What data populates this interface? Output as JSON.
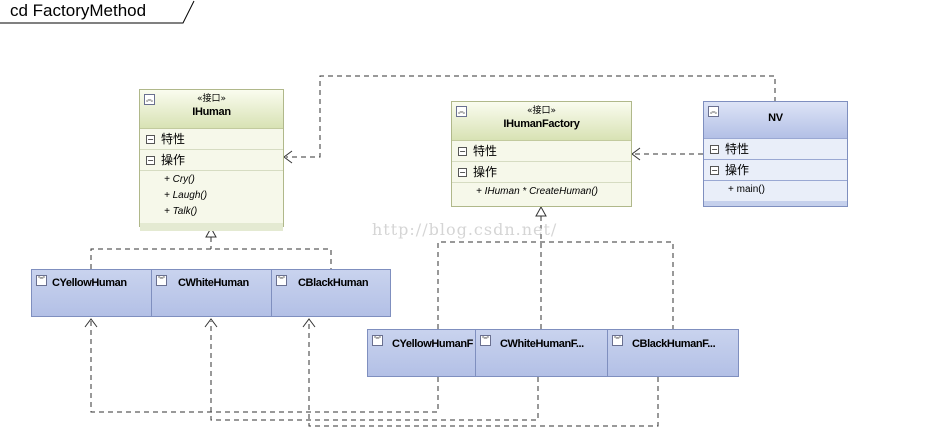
{
  "diagram": {
    "title": "cd FactoryMethod",
    "watermark": "http://blog.csdn.net/"
  },
  "classes": {
    "ihuman": {
      "stereotype": "«接口»",
      "name": "IHuman",
      "attributes_label": "特性",
      "operations_label": "操作",
      "operations": [
        "+ Cry()",
        "+ Laugh()",
        "+ Talk()"
      ]
    },
    "ihumanfactory": {
      "stereotype": "«接口»",
      "name": "IHumanFactory",
      "attributes_label": "特性",
      "operations_label": "操作",
      "operations": [
        "+ IHuman * CreateHuman()"
      ]
    },
    "nv": {
      "name": "NV",
      "attributes_label": "特性",
      "operations_label": "操作",
      "operations": [
        "+ main()"
      ]
    },
    "cyellowhuman": {
      "name": "CYellowHuman"
    },
    "cwhitehuman": {
      "name": "CWhiteHuman"
    },
    "cblackhuman": {
      "name": "CBlackHuman"
    },
    "cyellowhumanfactory": {
      "name": "CYellowHumanF"
    },
    "cwhitehumanfactory": {
      "name": "CWhiteHumanF..."
    },
    "cblackhumanfactory": {
      "name": "CBlackHumanF..."
    }
  },
  "icons": {
    "collapse": "double-chevron-up-icon",
    "expand": "double-chevron-down-icon",
    "section_toggle": "minus-box-icon"
  },
  "colors": {
    "interface_fill": "#f6f8ea",
    "class_fill": "#c5d0ec",
    "link": "#333333"
  }
}
